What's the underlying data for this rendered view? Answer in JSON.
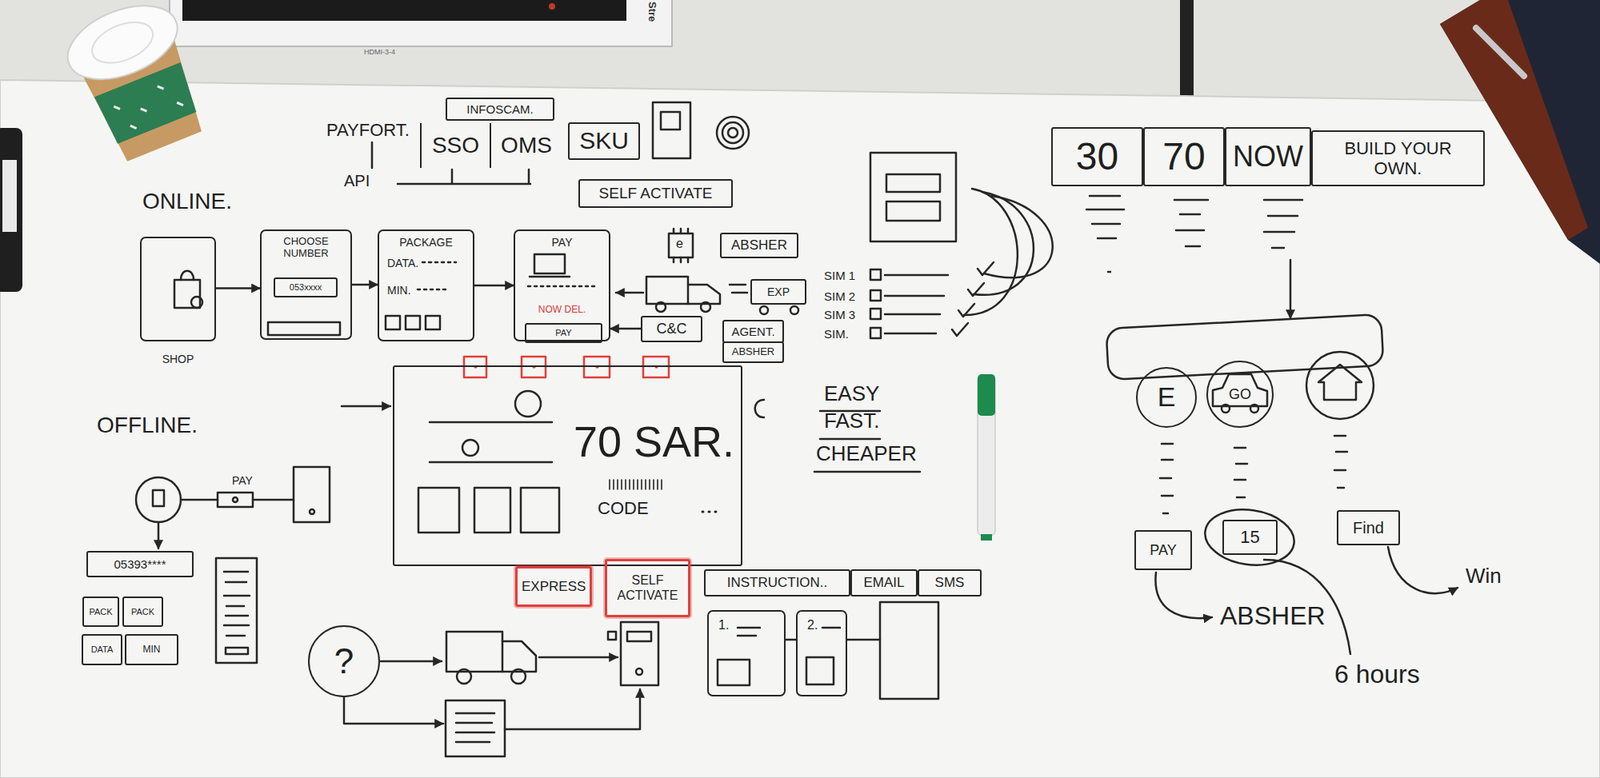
{
  "diagram": {
    "nodes": [
      {
        "text": [
          "INFOSCAM."
        ]
      },
      {
        "text": [
          "SSO"
        ]
      },
      {
        "text": [
          "OMS"
        ]
      },
      {
        "text": [
          "SKU"
        ]
      },
      {
        "text": [
          "SELF ACTIVATE"
        ]
      },
      {
        "text": [
          "30"
        ]
      },
      {
        "text": [
          "70"
        ]
      },
      {
        "text": [
          "NOW"
        ]
      },
      {
        "text": [
          "BUILD YOUR OWN."
        ]
      },
      {
        "text": [
          "SHOP"
        ]
      },
      {
        "text": [
          "CHOOSE NUMBER"
        ]
      },
      {
        "text": [
          "053xxxx"
        ],
        "in": 10
      },
      {
        "text": [
          "PACKAGE",
          "DATA.",
          "MIN."
        ]
      },
      {
        "text": [
          "PAY",
          "NOW DEL."
        ]
      },
      {
        "text": [
          "PAY"
        ],
        "in": 13
      },
      {
        "text": [
          "ABSHER"
        ]
      },
      {
        "text": [
          "EXP"
        ]
      },
      {
        "text": [
          "C&C"
        ]
      },
      {
        "text": [
          "AGENT."
        ]
      },
      {
        "text": [
          "ABSHER"
        ]
      },
      {
        "text": [
          "E"
        ]
      },
      {
        "text": [
          "GO"
        ]
      },
      {
        "text": [
          "70 SAR.",
          "CODE"
        ]
      },
      {
        "text": [
          "05393****"
        ]
      },
      {
        "text": [
          "PACK"
        ]
      },
      {
        "text": [
          "PACK"
        ]
      },
      {
        "text": [
          "DATA"
        ]
      },
      {
        "text": [
          "MIN"
        ]
      },
      {
        "text": [
          "PAY"
        ]
      },
      {
        "text": [
          "15"
        ]
      },
      {
        "text": [
          "Find"
        ]
      },
      {
        "text": [
          "EXPRESS"
        ]
      },
      {
        "text": [
          "SELF ACTIVATE"
        ]
      },
      {
        "text": [
          "INSTRUCTION.."
        ]
      },
      {
        "text": [
          "EMAIL"
        ]
      },
      {
        "text": [
          "SMS"
        ]
      },
      {
        "text": [
          "?"
        ]
      },
      {
        "text": [
          "1."
        ]
      },
      {
        "text": [
          "2."
        ]
      }
    ],
    "edges": [
      {
        "from": 9,
        "to": 10,
        "arrow": "to"
      },
      {
        "from": 10,
        "to": 12,
        "arrow": "to"
      },
      {
        "from": 12,
        "to": 13,
        "arrow": "to"
      },
      {
        "from": 17,
        "to": 13,
        "arrow": "to"
      }
    ],
    "labels": [
      "PAYFORT.",
      "API",
      "e",
      "ONLINE.",
      "SIM 1",
      "SIM 2",
      "SIM 3",
      "SIM.",
      "OFFLINE.",
      "PAY",
      "EASY",
      "FAST.",
      "CHEAPER",
      "ABSHER",
      "6 hours",
      "Win",
      "HDMI-3-4",
      "Stre"
    ]
  }
}
